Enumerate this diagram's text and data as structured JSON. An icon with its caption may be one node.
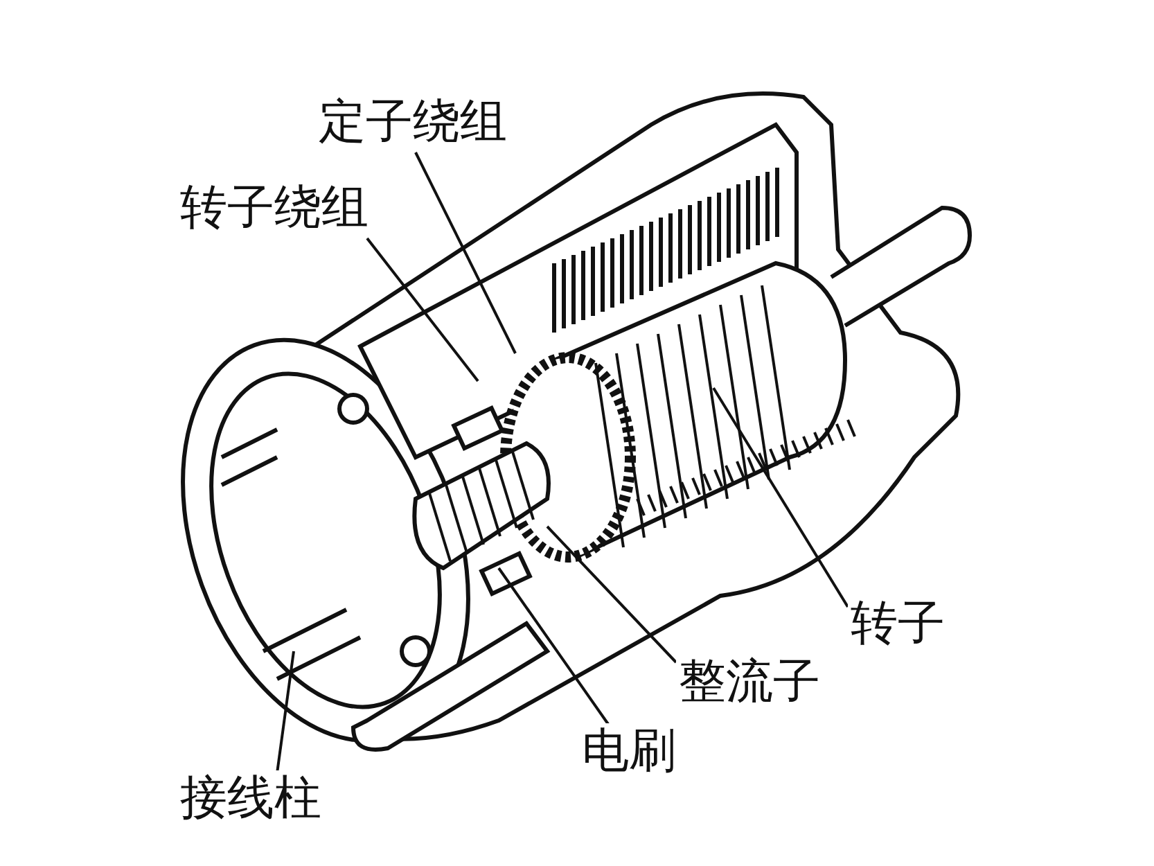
{
  "diagram": {
    "nodes": [
      {
        "text": [
          "定子绕组"
        ]
      },
      {
        "text": [
          "转子绕组"
        ]
      },
      {
        "text": [
          "转子"
        ]
      },
      {
        "text": [
          "整流子"
        ]
      },
      {
        "text": [
          "电刷"
        ]
      },
      {
        "text": [
          "接线柱"
        ]
      }
    ],
    "edges": [
      {
        "from": 0,
        "to": null,
        "arrow": "none"
      },
      {
        "from": 1,
        "to": null,
        "arrow": "none"
      },
      {
        "from": 2,
        "to": null,
        "arrow": "none"
      },
      {
        "from": 3,
        "to": null,
        "arrow": "none"
      },
      {
        "from": 4,
        "to": null,
        "arrow": "none"
      },
      {
        "from": 5,
        "to": null,
        "arrow": "none"
      }
    ]
  }
}
